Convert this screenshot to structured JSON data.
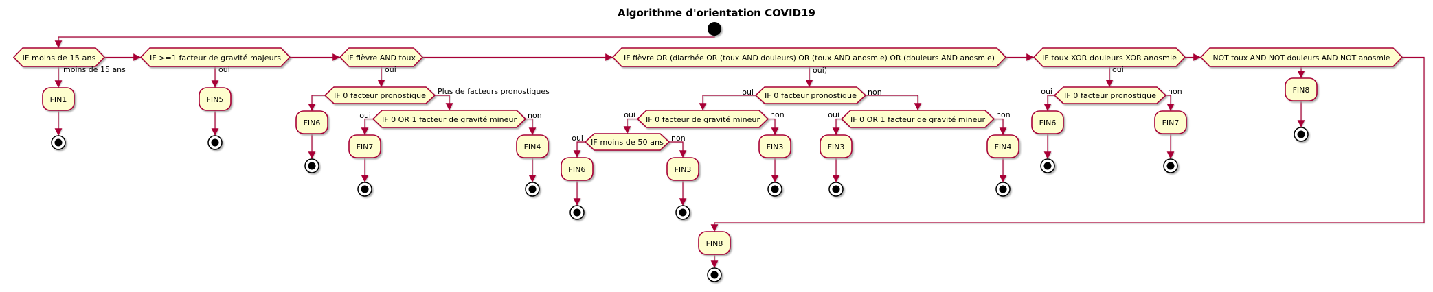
{
  "title": "Algorithme d'orientation COVID19",
  "colors": {
    "node_fill": "#FEFECE",
    "node_border": "#A80036",
    "edge": "#A80036",
    "text": "#000000",
    "start_end": "#000000"
  },
  "diagram": {
    "type": "activity-flowchart",
    "start_node": "start",
    "decisions": [
      {
        "id": "d-moins-15-ans",
        "label": "IF moins de 15 ans"
      },
      {
        "id": "d-gravite-majeurs",
        "label": "IF >=1 facteur de gravité majeurs"
      },
      {
        "id": "d-fievre-toux",
        "label": "IF fièvre AND toux"
      },
      {
        "id": "d-0-pronostique-a",
        "label": "IF 0 facteur pronostique"
      },
      {
        "id": "d-0ou1-mineur-a",
        "label": "IF 0 OR 1 facteur de gravité mineur"
      },
      {
        "id": "d-fievre-or-long",
        "label": "IF fièvre OR (diarrhée OR (toux AND douleurs) OR (toux AND anosmie) OR (douleurs AND anosmie)"
      },
      {
        "id": "d-0-pronostique-b",
        "label": "IF 0 facteur pronostique"
      },
      {
        "id": "d-0-mineur",
        "label": "IF 0 facteur de gravité mineur"
      },
      {
        "id": "d-moins-50-ans",
        "label": "IF moins de 50 ans"
      },
      {
        "id": "d-0ou1-mineur-b",
        "label": "IF 0 OR 1 facteur de gravité mineur"
      },
      {
        "id": "d-xor",
        "label": "IF toux XOR douleurs XOR anosmie"
      },
      {
        "id": "d-0-pronostique-c",
        "label": "IF 0 facteur pronostique"
      },
      {
        "id": "d-not-all",
        "label": "NOT toux AND NOT douleurs AND NOT anosmie"
      }
    ],
    "activities": [
      {
        "id": "fin1",
        "label": "FIN1"
      },
      {
        "id": "fin5",
        "label": "FIN5"
      },
      {
        "id": "fin6a",
        "label": "FIN6"
      },
      {
        "id": "fin7a",
        "label": "FIN7"
      },
      {
        "id": "fin4a",
        "label": "FIN4"
      },
      {
        "id": "fin6b",
        "label": "FIN6"
      },
      {
        "id": "fin3b",
        "label": "FIN3"
      },
      {
        "id": "fin3a",
        "label": "FIN3"
      },
      {
        "id": "fin3c",
        "label": "FIN3"
      },
      {
        "id": "fin4b",
        "label": "FIN4"
      },
      {
        "id": "fin6c",
        "label": "FIN6"
      },
      {
        "id": "fin7b",
        "label": "FIN7"
      },
      {
        "id": "fin8a",
        "label": "FIN8"
      },
      {
        "id": "fin8b",
        "label": "FIN8"
      }
    ],
    "edge_labels": [
      {
        "id": "e-moins15",
        "text": "moins de 15 ans"
      },
      {
        "id": "e-oui-gravite",
        "text": "oui"
      },
      {
        "id": "e-oui-fievretoux",
        "text": "oui"
      },
      {
        "id": "e-plus-facteurs",
        "text": "Plus de facteurs pronostiques"
      },
      {
        "id": "e-oui-a",
        "text": "oui"
      },
      {
        "id": "e-non-a",
        "text": "non"
      },
      {
        "id": "e-oui-long",
        "text": "oui)"
      },
      {
        "id": "e-oui-b",
        "text": "oui"
      },
      {
        "id": "e-non-b",
        "text": "non"
      },
      {
        "id": "e-oui-c",
        "text": "oui"
      },
      {
        "id": "e-non-c",
        "text": "non"
      },
      {
        "id": "e-oui-d",
        "text": "oui"
      },
      {
        "id": "e-non-d",
        "text": "non"
      },
      {
        "id": "e-oui-e",
        "text": "oui"
      },
      {
        "id": "e-non-e",
        "text": "non"
      },
      {
        "id": "e-oui-xor",
        "text": "oui"
      },
      {
        "id": "e-oui-f",
        "text": "oui"
      },
      {
        "id": "e-non-f",
        "text": "non"
      }
    ],
    "edges": [
      {
        "from": "start",
        "to": "d-moins-15-ans",
        "label": ""
      },
      {
        "from": "d-moins-15-ans",
        "to": "fin1",
        "label": "moins de 15 ans"
      },
      {
        "from": "d-moins-15-ans",
        "to": "d-gravite-majeurs",
        "label": ""
      },
      {
        "from": "d-gravite-majeurs",
        "to": "fin5",
        "label": "oui"
      },
      {
        "from": "d-gravite-majeurs",
        "to": "d-fievre-toux",
        "label": ""
      },
      {
        "from": "d-fievre-toux",
        "to": "d-0-pronostique-a",
        "label": "oui"
      },
      {
        "from": "d-fievre-toux",
        "to": "d-fievre-or-long",
        "label": ""
      },
      {
        "from": "d-0-pronostique-a",
        "to": "fin6a",
        "label": ""
      },
      {
        "from": "d-0-pronostique-a",
        "to": "d-0ou1-mineur-a",
        "label": "Plus de facteurs pronostiques"
      },
      {
        "from": "d-0ou1-mineur-a",
        "to": "fin7a",
        "label": "oui"
      },
      {
        "from": "d-0ou1-mineur-a",
        "to": "fin4a",
        "label": "non"
      },
      {
        "from": "d-fievre-or-long",
        "to": "d-0-pronostique-b",
        "label": "oui)"
      },
      {
        "from": "d-fievre-or-long",
        "to": "d-xor",
        "label": ""
      },
      {
        "from": "d-0-pronostique-b",
        "to": "d-0-mineur",
        "label": "oui"
      },
      {
        "from": "d-0-pronostique-b",
        "to": "d-0ou1-mineur-b",
        "label": "non"
      },
      {
        "from": "d-0-mineur",
        "to": "d-moins-50-ans",
        "label": "oui"
      },
      {
        "from": "d-0-mineur",
        "to": "fin3a",
        "label": "non"
      },
      {
        "from": "d-moins-50-ans",
        "to": "fin6b",
        "label": "oui"
      },
      {
        "from": "d-moins-50-ans",
        "to": "fin3b",
        "label": "non"
      },
      {
        "from": "d-0ou1-mineur-b",
        "to": "fin3c",
        "label": "oui"
      },
      {
        "from": "d-0ou1-mineur-b",
        "to": "fin4b",
        "label": "non"
      },
      {
        "from": "d-xor",
        "to": "d-0-pronostique-c",
        "label": "oui"
      },
      {
        "from": "d-xor",
        "to": "d-not-all",
        "label": ""
      },
      {
        "from": "d-0-pronostique-c",
        "to": "fin6c",
        "label": "oui"
      },
      {
        "from": "d-0-pronostique-c",
        "to": "fin7b",
        "label": "non"
      },
      {
        "from": "d-not-all",
        "to": "fin8a",
        "label": ""
      },
      {
        "from": "d-not-all",
        "to": "fin8b",
        "label": ""
      }
    ]
  }
}
